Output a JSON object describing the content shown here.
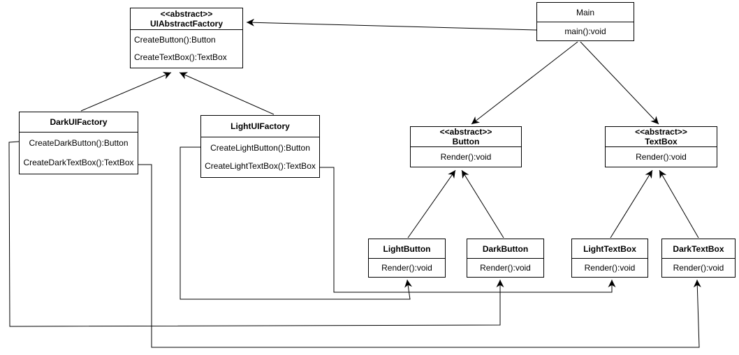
{
  "diagram": {
    "colors": {
      "background": "#ffffff",
      "box_fill": "#ffffff",
      "box_border": "#000000",
      "line": "#000000",
      "text": "#000000"
    },
    "classes": [
      {
        "stereotype": "<<abstract>>",
        "name": "UIAbstractFactory",
        "methods": [
          "CreateButton():Button",
          "CreateTextBox():TextBox"
        ]
      },
      {
        "name": "Main",
        "methods": [
          "main():void"
        ]
      },
      {
        "name": "DarkUIFactory",
        "methods": [
          "CreateDarkButton():Button",
          "CreateDarkTextBox():TextBox"
        ]
      },
      {
        "name": "LightUIFactory",
        "methods": [
          "CreateLightButton():Button",
          "CreateLightTextBox():TextBox"
        ]
      },
      {
        "stereotype": "<<abstract>>",
        "name": "Button",
        "methods": [
          "Render():void"
        ]
      },
      {
        "stereotype": "<<abstract>>",
        "name": "TextBox",
        "methods": [
          "Render():void"
        ]
      },
      {
        "name": "LightButton",
        "methods": [
          "Render():void"
        ]
      },
      {
        "name": "DarkButton",
        "methods": [
          "Render():void"
        ]
      },
      {
        "name": "LightTextBox",
        "methods": [
          "Render():void"
        ]
      },
      {
        "name": "DarkTextBox",
        "methods": [
          "Render():void"
        ]
      }
    ],
    "relationships": [
      {
        "from": "Main",
        "to": "UIAbstractFactory",
        "style": "straight-arrow"
      },
      {
        "from": "DarkUIFactory",
        "to": "UIAbstractFactory",
        "style": "straight-arrow"
      },
      {
        "from": "LightUIFactory",
        "to": "UIAbstractFactory",
        "style": "straight-arrow"
      },
      {
        "from": "Main",
        "to": "Button",
        "style": "straight-arrow"
      },
      {
        "from": "Main",
        "to": "TextBox",
        "style": "straight-arrow"
      },
      {
        "from": "LightButton",
        "to": "Button",
        "style": "straight-arrow"
      },
      {
        "from": "DarkButton",
        "to": "Button",
        "style": "straight-arrow"
      },
      {
        "from": "LightTextBox",
        "to": "TextBox",
        "style": "straight-arrow"
      },
      {
        "from": "DarkTextBox",
        "to": "TextBox",
        "style": "straight-arrow"
      },
      {
        "from": "DarkUIFactory",
        "to": "DarkButton",
        "style": "orthogonal-arrow"
      },
      {
        "from": "DarkUIFactory",
        "to": "DarkTextBox",
        "style": "orthogonal-arrow"
      },
      {
        "from": "LightUIFactory",
        "to": "LightButton",
        "style": "orthogonal-arrow"
      },
      {
        "from": "LightUIFactory",
        "to": "LightTextBox",
        "style": "orthogonal-arrow"
      }
    ]
  }
}
